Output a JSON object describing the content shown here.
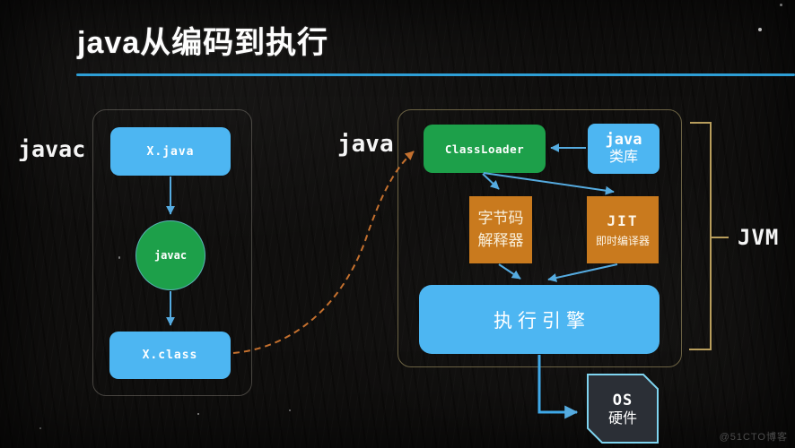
{
  "title": "java从编码到执行",
  "side_labels": {
    "javac": "javac",
    "java": "java",
    "jvm": "JVM"
  },
  "nodes": {
    "x_java": "X.java",
    "javac_circle": "javac",
    "x_class": "X.class",
    "classloader": "ClassLoader",
    "java_library": {
      "line1": "java",
      "line2": "类库"
    },
    "bytecode_interpreter": {
      "line1": "字节码",
      "line2": "解释器"
    },
    "jit": {
      "line1": "JIT",
      "line2": "即时编译器"
    },
    "execution_engine": "执行引擎",
    "os_hardware": {
      "line1": "OS",
      "line2": "硬件"
    }
  },
  "edges": [
    {
      "from": "X.java",
      "to": "javac",
      "style": "solid"
    },
    {
      "from": "javac",
      "to": "X.class",
      "style": "solid"
    },
    {
      "from": "X.class",
      "to": "ClassLoader",
      "style": "dashed-curve"
    },
    {
      "from": "java类库",
      "to": "ClassLoader",
      "style": "solid"
    },
    {
      "from": "ClassLoader",
      "to": "字节码解释器",
      "style": "solid"
    },
    {
      "from": "ClassLoader",
      "to": "JIT即时编译器",
      "style": "solid"
    },
    {
      "from": "字节码解释器",
      "to": "执行引擎",
      "style": "solid"
    },
    {
      "from": "JIT即时编译器",
      "to": "执行引擎",
      "style": "solid"
    },
    {
      "from": "执行引擎",
      "to": "OS硬件",
      "style": "solid-elbow"
    }
  ],
  "watermark": "@51CTO博客",
  "colors": {
    "background": "#100f0e",
    "box_blue": "#4db6f2",
    "box_green": "#1da04a",
    "box_orange": "#c97a1e",
    "arrow_blue": "#55abe0",
    "dashed_orange": "#c4702e",
    "bracket_tan": "#b89d5c",
    "underline_blue": "#2e9fd6",
    "jvm_border": "#6b6243",
    "os_fill": "#2b2f36",
    "os_border": "#7fd4f0"
  }
}
